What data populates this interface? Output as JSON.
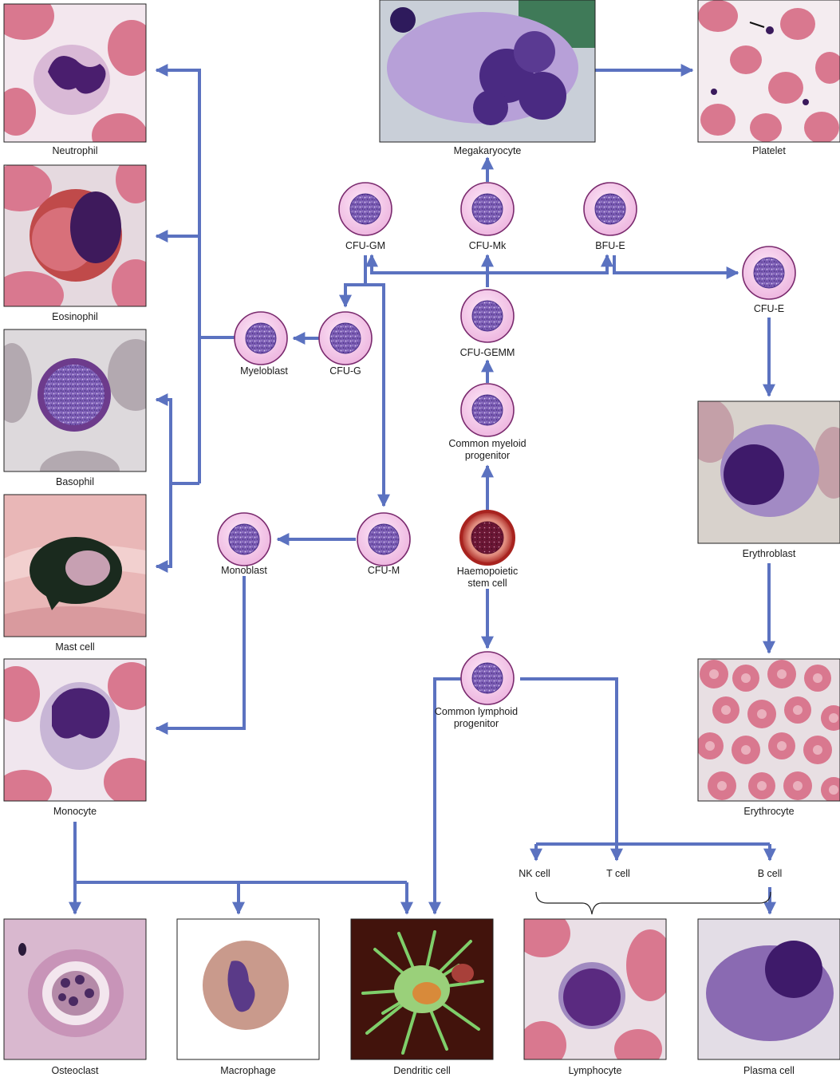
{
  "colors": {
    "arrow": "#5b72c0",
    "cell_outer": "#f4c9ea",
    "cell_ring": "#7a2a6e",
    "cell_nucleus": "#6a4aa8",
    "stem_outer": "#a8231f",
    "stem_core": "#7a1e3c",
    "frame": "#222222",
    "rbc": "#d9788f"
  },
  "photos": {
    "neutrophil": {
      "label": "Neutrophil",
      "bg": "#f3e7ee",
      "icon": "neutrophil-micrograph"
    },
    "eosinophil": {
      "label": "Eosinophil",
      "bg": "#e5d9df",
      "icon": "eosinophil-micrograph"
    },
    "basophil": {
      "label": "Basophil",
      "bg": "#ddd9dc",
      "icon": "basophil-micrograph"
    },
    "mast_cell": {
      "label": "Mast cell",
      "bg": "#e9b7b7",
      "icon": "mast-cell-micrograph"
    },
    "monocyte": {
      "label": "Monocyte",
      "bg": "#f0e6ee",
      "icon": "monocyte-micrograph"
    },
    "megakaryocyte": {
      "label": "Megakaryocyte",
      "bg": "#c9cfd8",
      "icon": "megakaryocyte-micrograph"
    },
    "platelet": {
      "label": "Platelet",
      "bg": "#f4ecf0",
      "icon": "platelet-micrograph"
    },
    "erythroblast": {
      "label": "Erythroblast",
      "bg": "#d8d2cc",
      "icon": "erythroblast-micrograph"
    },
    "erythrocyte": {
      "label": "Erythrocyte",
      "bg": "#e8dfe3",
      "icon": "erythrocyte-micrograph"
    },
    "osteoclast": {
      "label": "Osteoclast",
      "bg": "#d9b8cf",
      "icon": "osteoclast-micrograph"
    },
    "macrophage": {
      "label": "Macrophage",
      "bg": "#ffffff",
      "icon": "macrophage-micrograph"
    },
    "dendritic": {
      "label": "Dendritic cell",
      "bg": "#2a0c08",
      "icon": "dendritic-cell-micrograph"
    },
    "lymphocyte": {
      "label": "Lymphocyte",
      "bg": "#eadfe6",
      "icon": "lymphocyte-micrograph"
    },
    "plasma_cell": {
      "label": "Plasma cell",
      "bg": "#e3dde6",
      "icon": "plasma-cell-micrograph"
    }
  },
  "nodes": {
    "cfu_gm": {
      "label": "CFU-GM"
    },
    "cfu_mk": {
      "label": "CFU-Mk"
    },
    "bfu_e": {
      "label": "BFU-E"
    },
    "cfu_e": {
      "label": "CFU-E"
    },
    "myeloblast": {
      "label": "Myeloblast"
    },
    "cfu_g": {
      "label": "CFU-G"
    },
    "cfu_gemm": {
      "label": "CFU-GEMM"
    },
    "cmp": {
      "label_line1": "Common myeloid",
      "label_line2": "progenitor"
    },
    "hsc": {
      "label_line1": "Haemopoietic",
      "label_line2": "stem cell"
    },
    "monoblast": {
      "label": "Monoblast"
    },
    "cfu_m": {
      "label": "CFU-M"
    },
    "clp": {
      "label_line1": "Common lymphoid",
      "label_line2": "progenitor"
    }
  },
  "lymphoid_labels": {
    "nk_cell": "NK cell",
    "t_cell": "T cell",
    "b_cell": "B cell"
  }
}
